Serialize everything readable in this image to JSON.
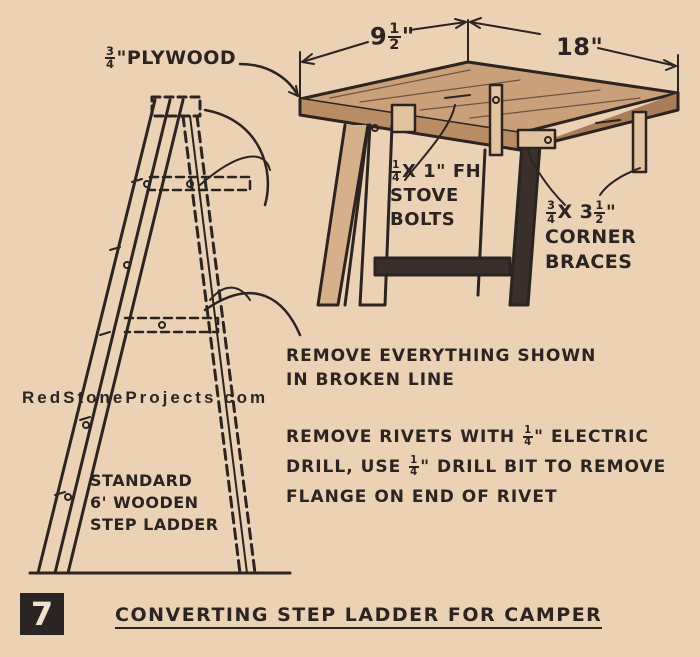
{
  "labels": {
    "plywood": {
      "frac_num": "3",
      "frac_den": "4",
      "suffix": "\"PLYWOOD"
    },
    "dim_width": {
      "whole": "9",
      "frac_num": "1",
      "frac_den": "2",
      "unit": "\""
    },
    "dim_depth": "18\"",
    "bolts": {
      "frac_num": "1",
      "frac_den": "4",
      "text1": "X 1\" FH",
      "line2": "STOVE",
      "line3": "BOLTS"
    },
    "braces": {
      "frac1_num": "3",
      "frac1_den": "4",
      "mid": "X 3",
      "frac2_num": "1",
      "frac2_den": "2",
      "unit": "\"",
      "line2": "CORNER",
      "line3": "BRACES"
    },
    "remove_everything": {
      "line1": "REMOVE EVERYTHING SHOWN",
      "line2": "IN BROKEN LINE"
    },
    "remove_rivets": {
      "line1_a": "REMOVE RIVETS WITH ",
      "line1_num": "1",
      "line1_den": "4",
      "line1_b": "\" ELECTRIC",
      "line2_a": "DRILL, USE ",
      "line2_num": "1",
      "line2_den": "4",
      "line2_b": "\" DRILL BIT TO REMOVE",
      "line3": "FLANGE ON END OF RIVET"
    },
    "ladder": {
      "line1": "STANDARD",
      "line2": "6' WOODEN",
      "line3": "STEP LADDER"
    }
  },
  "watermark": "RedStoneProjects.com",
  "figure_number": "7",
  "caption": "CONVERTING STEP LADDER FOR CAMPER",
  "colors": {
    "paper": "#ecd2b5",
    "ink": "#2b2420",
    "badge": "#2a2422"
  }
}
